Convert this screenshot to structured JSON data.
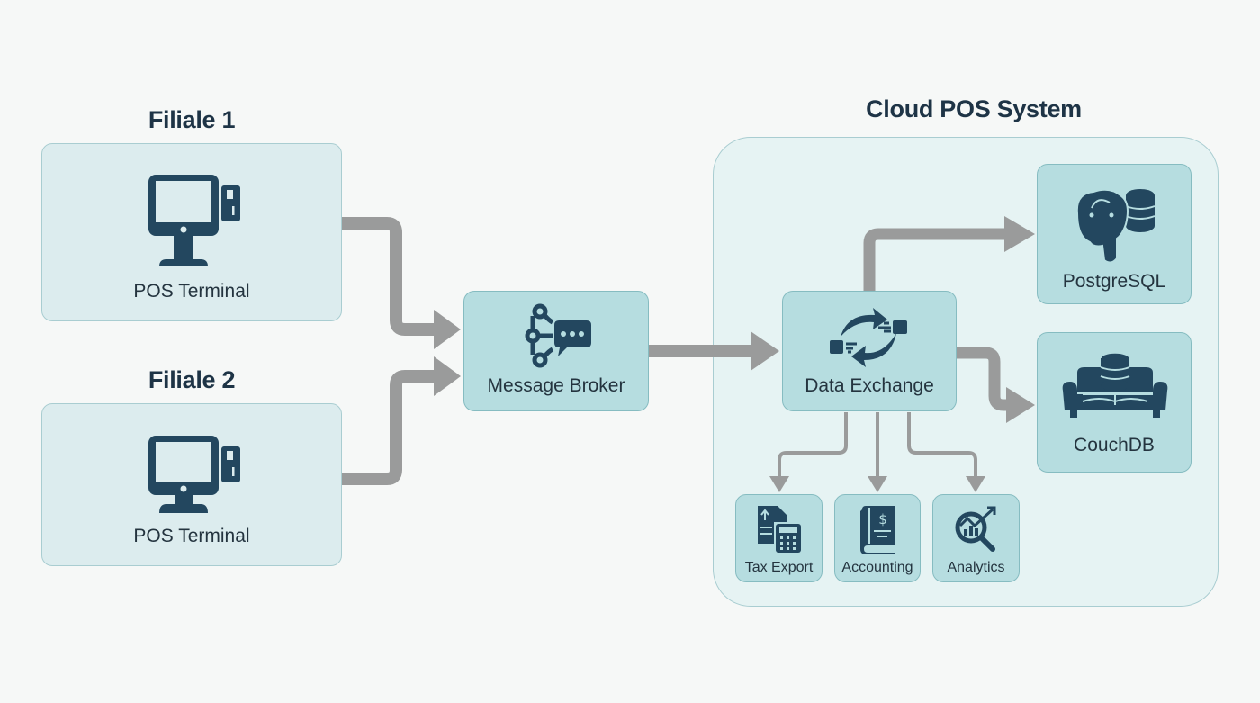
{
  "branches": [
    {
      "title": "Filiale 1",
      "node_label": "POS Terminal",
      "icon": "pos-terminal-icon"
    },
    {
      "title": "Filiale 2",
      "node_label": "POS Terminal",
      "icon": "pos-terminal-icon"
    }
  ],
  "broker": {
    "label": "Message Broker",
    "icon": "message-broker-icon"
  },
  "cloud": {
    "title": "Cloud POS System",
    "exchange": {
      "label": "Data Exchange",
      "icon": "data-exchange-icon"
    },
    "databases": [
      {
        "label": "PostgreSQL",
        "icon": "postgresql-elephant-icon"
      },
      {
        "label": "CouchDB",
        "icon": "couchdb-couch-icon"
      }
    ],
    "services": [
      {
        "label": "Tax Export",
        "icon": "tax-export-icon"
      },
      {
        "label": "Accounting",
        "icon": "accounting-book-icon"
      },
      {
        "label": "Analytics",
        "icon": "analytics-icon"
      }
    ]
  },
  "colors": {
    "icon": "#23475f",
    "arrow": "#9a9b9b",
    "node_fill": "#b6dde0",
    "branch_fill": "#dcecee",
    "title_text": "#1e3446"
  }
}
